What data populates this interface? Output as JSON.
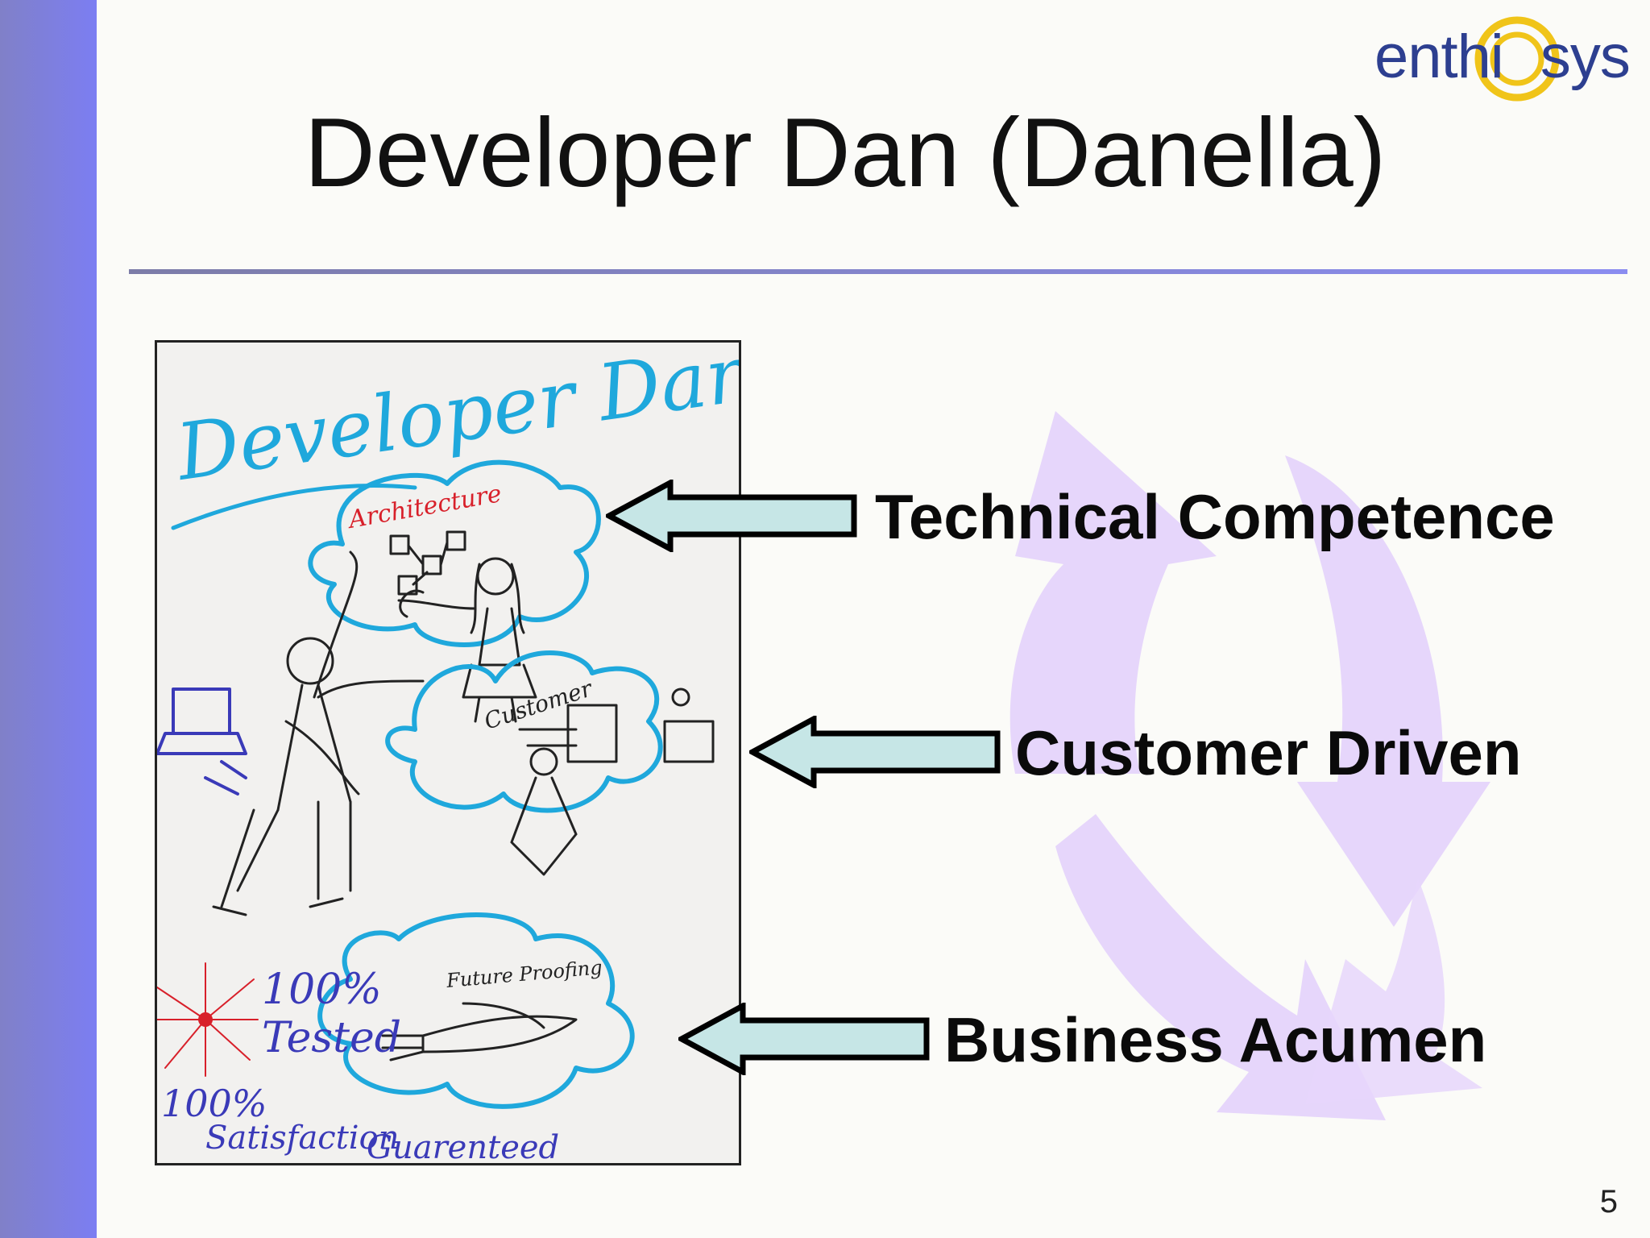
{
  "slide": {
    "title": "Developer Dan (Danella)",
    "slide_number": "5",
    "logo": {
      "text_left": "enth",
      "text_i": "i",
      "text_right": "sys"
    }
  },
  "sketch": {
    "heading": "Developer Dan",
    "cloud_top_label": "Architecture",
    "cloud_middle_label": "Customer",
    "cloud_bottom_label": "Future Proofing",
    "note_tested_1": "100%",
    "note_tested_2": "Tested",
    "note_satisfaction_1": "100%",
    "note_satisfaction_2": "Satisfaction",
    "note_satisfaction_3": "Guarenteed"
  },
  "attributes": [
    {
      "label": "Technical Competence"
    },
    {
      "label": "Customer Driven"
    },
    {
      "label": "Business Acumen"
    }
  ],
  "colors": {
    "sidebar": "#7c7ef2",
    "rule": "#8a8cf0",
    "arrow_fill": "#c6e6e6",
    "cycle_fill": "#e6d6fb",
    "sketch_blue": "#1fa8dc",
    "sketch_red": "#d8202a",
    "logo_blue": "#2d3f90",
    "logo_yellow": "#f0c419"
  }
}
